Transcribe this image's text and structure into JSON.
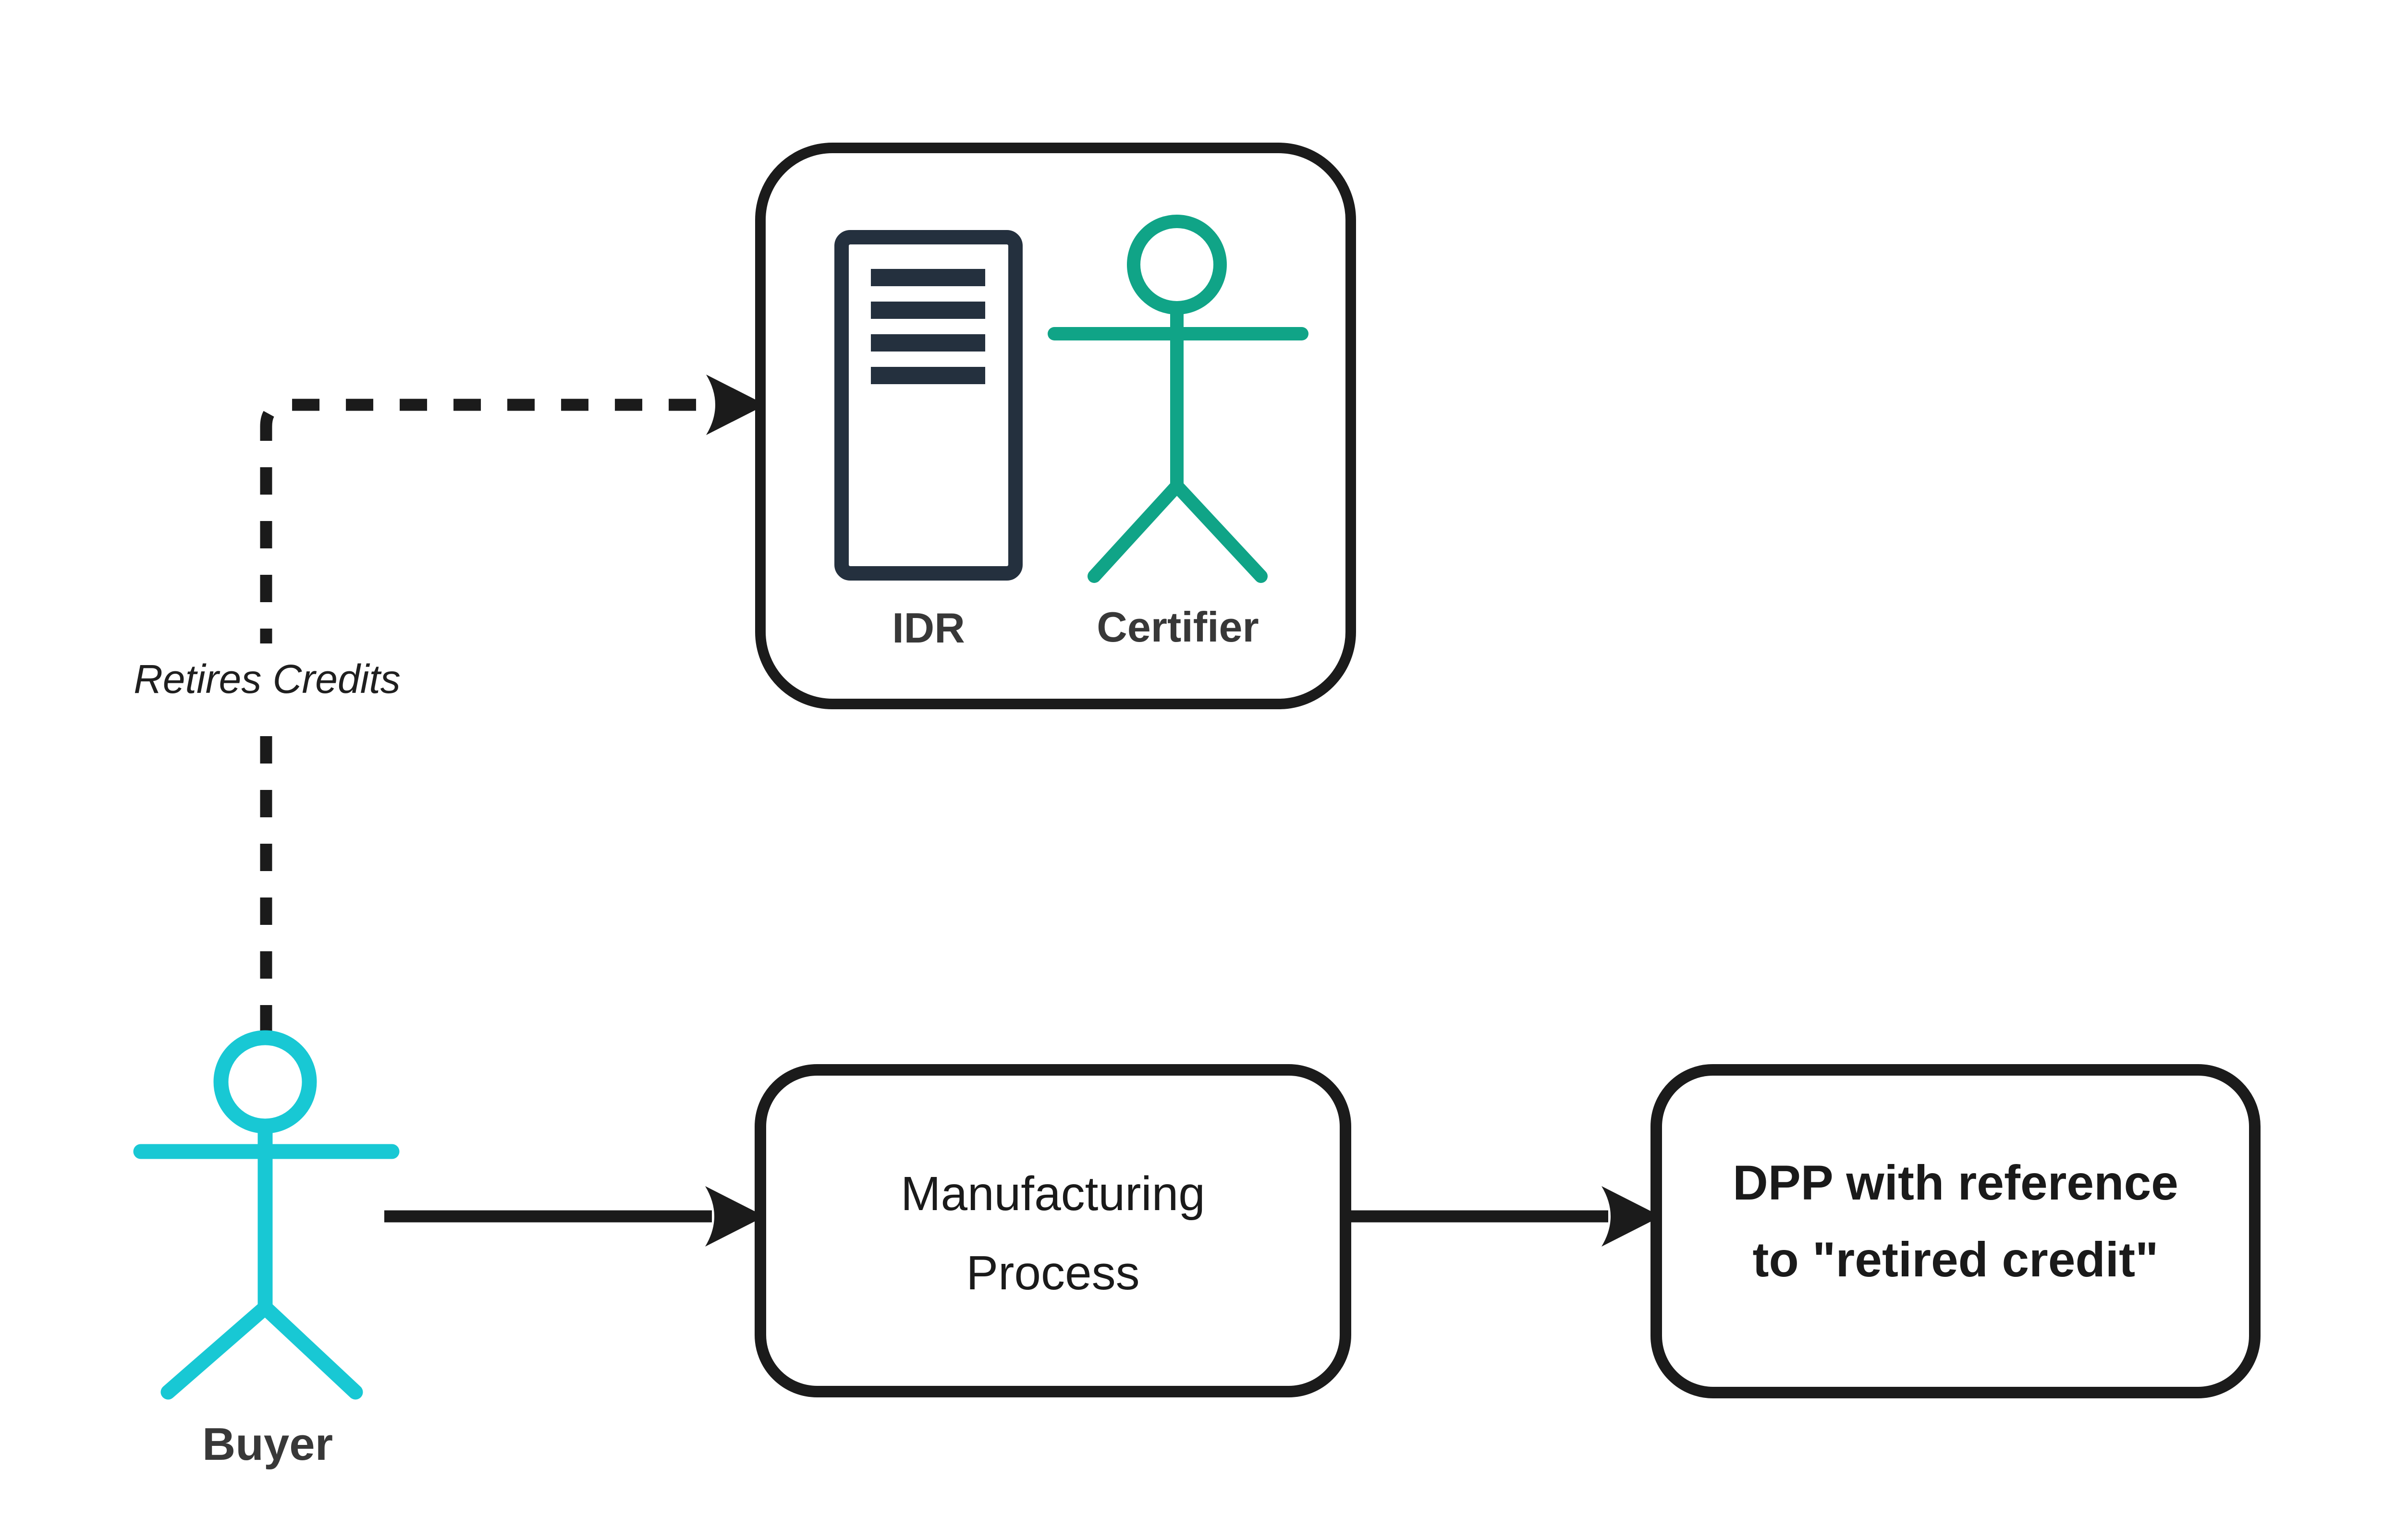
{
  "diagram": {
    "colors": {
      "background": "#ffffff",
      "line": "#1b1b1b",
      "server_icon": "#24303E",
      "certifier": "#10a487",
      "buyer": "#18c8d4",
      "actor_label": "#383838",
      "box_text": "#1a1a1a"
    },
    "registry_box": {
      "idr_label": "IDR",
      "certifier_label": "Certifier"
    },
    "retires_credits_edge": {
      "label": "Retires Credits"
    },
    "buyer_actor": {
      "label": "Buyer"
    },
    "manufacturing_box": {
      "label_line1": "Manufacturing",
      "label_line2": "Process"
    },
    "dpp_box": {
      "label_line1": "DPP with reference",
      "label_line2": "to \"retired credit\""
    }
  }
}
